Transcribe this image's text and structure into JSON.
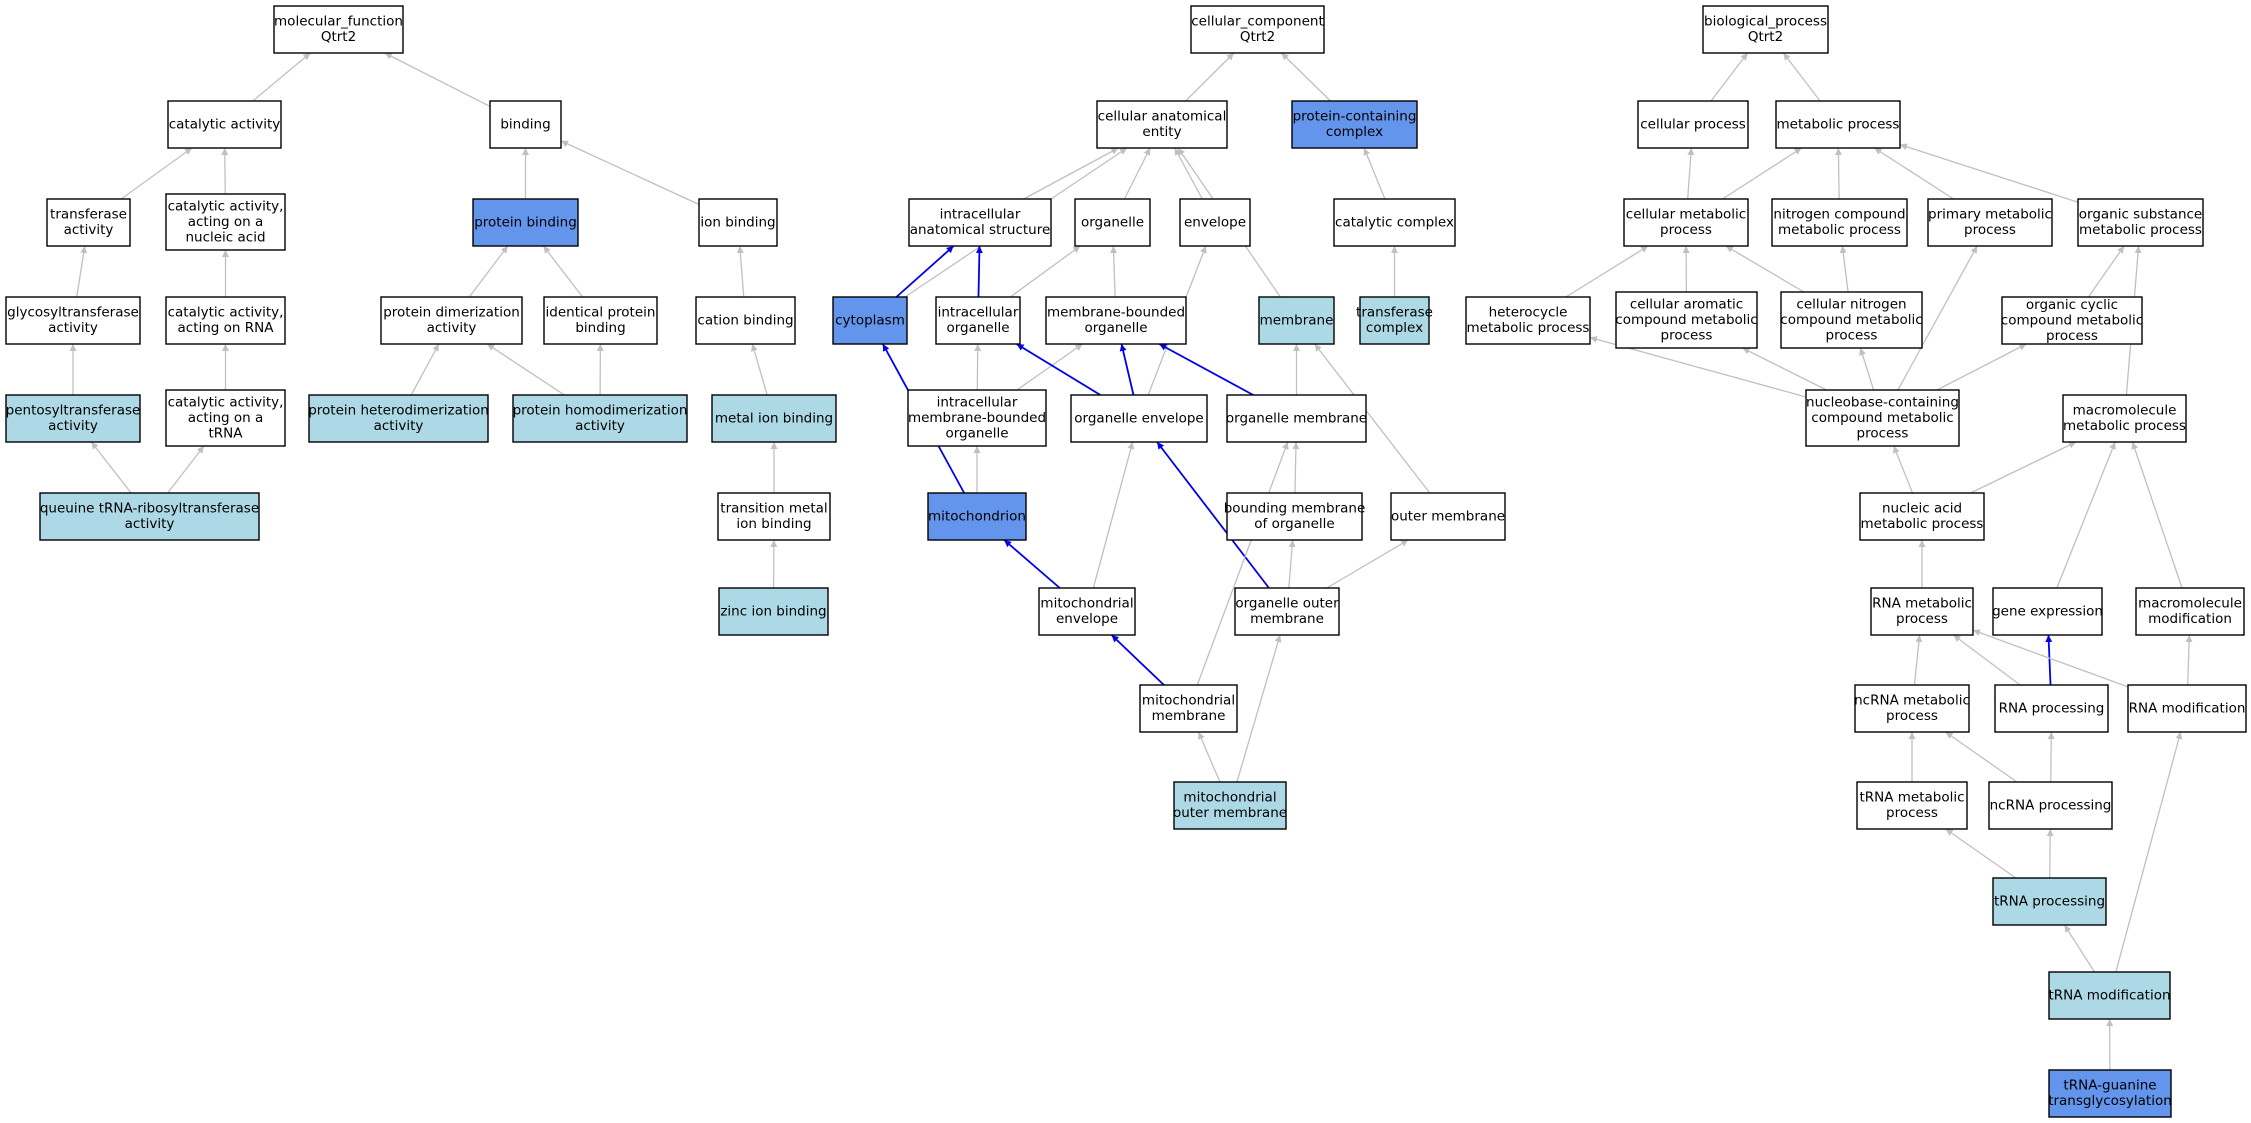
{
  "colors": {
    "plain": "#ffffff",
    "light": "#add8e6",
    "dark": "#6495ed",
    "edge_gray": "#c0c0c0",
    "edge_blue": "#0000ee"
  },
  "nodes": {
    "mf_root": {
      "lines": [
        "molecular_function",
        "Qtrt2"
      ],
      "fill": "plain"
    },
    "catalytic_activity": {
      "lines": [
        "catalytic activity"
      ],
      "fill": "plain"
    },
    "binding": {
      "lines": [
        "binding"
      ],
      "fill": "plain"
    },
    "transferase_activity": {
      "lines": [
        "transferase",
        "activity"
      ],
      "fill": "plain"
    },
    "cat_nucleic": {
      "lines": [
        "catalytic activity,",
        "acting on a",
        "nucleic acid"
      ],
      "fill": "plain"
    },
    "protein_binding": {
      "lines": [
        "protein binding"
      ],
      "fill": "dark"
    },
    "ion_binding": {
      "lines": [
        "ion binding"
      ],
      "fill": "plain"
    },
    "glycosyltransferase": {
      "lines": [
        "glycosyltransferase",
        "activity"
      ],
      "fill": "plain"
    },
    "cat_rna": {
      "lines": [
        "catalytic activity,",
        "acting on RNA"
      ],
      "fill": "plain"
    },
    "protein_dimerization": {
      "lines": [
        "protein dimerization",
        "activity"
      ],
      "fill": "plain"
    },
    "identical_protein": {
      "lines": [
        "identical protein",
        "binding"
      ],
      "fill": "plain"
    },
    "cation_binding": {
      "lines": [
        "cation binding"
      ],
      "fill": "plain"
    },
    "pentosyltransferase": {
      "lines": [
        "pentosyltransferase",
        "activity"
      ],
      "fill": "light"
    },
    "cat_trna": {
      "lines": [
        "catalytic activity,",
        "acting on a",
        "tRNA"
      ],
      "fill": "plain"
    },
    "protein_hetero": {
      "lines": [
        "protein heterodimerization",
        "activity"
      ],
      "fill": "light"
    },
    "protein_homo": {
      "lines": [
        "protein homodimerization",
        "activity"
      ],
      "fill": "light"
    },
    "metal_ion": {
      "lines": [
        "metal ion binding"
      ],
      "fill": "light"
    },
    "queuine": {
      "lines": [
        "queuine tRNA-ribosyltransferase",
        "activity"
      ],
      "fill": "light"
    },
    "transition_metal": {
      "lines": [
        "transition metal",
        "ion binding"
      ],
      "fill": "plain"
    },
    "zinc_ion": {
      "lines": [
        "zinc ion binding"
      ],
      "fill": "light"
    },
    "cc_root": {
      "lines": [
        "cellular_component",
        "Qtrt2"
      ],
      "fill": "plain"
    },
    "cellular_anatomical": {
      "lines": [
        "cellular anatomical",
        "entity"
      ],
      "fill": "plain"
    },
    "protein_complex": {
      "lines": [
        "protein-containing",
        "complex"
      ],
      "fill": "dark"
    },
    "intracellular_anat": {
      "lines": [
        "intracellular",
        "anatomical structure"
      ],
      "fill": "plain"
    },
    "organelle": {
      "lines": [
        "organelle"
      ],
      "fill": "plain"
    },
    "envelope": {
      "lines": [
        "envelope"
      ],
      "fill": "plain"
    },
    "catalytic_complex": {
      "lines": [
        "catalytic complex"
      ],
      "fill": "plain"
    },
    "cytoplasm": {
      "lines": [
        "cytoplasm"
      ],
      "fill": "dark"
    },
    "intracellular_org": {
      "lines": [
        "intracellular",
        "organelle"
      ],
      "fill": "plain"
    },
    "membrane_bounded": {
      "lines": [
        "membrane-bounded",
        "organelle"
      ],
      "fill": "plain"
    },
    "membrane": {
      "lines": [
        "membrane"
      ],
      "fill": "light"
    },
    "transferase_complex": {
      "lines": [
        "transferase",
        "complex"
      ],
      "fill": "light"
    },
    "intra_mem_bounded": {
      "lines": [
        "intracellular",
        "membrane-bounded",
        "organelle"
      ],
      "fill": "plain"
    },
    "organelle_envelope": {
      "lines": [
        "organelle envelope"
      ],
      "fill": "plain"
    },
    "organelle_membrane": {
      "lines": [
        "organelle membrane"
      ],
      "fill": "plain"
    },
    "mitochondrion": {
      "lines": [
        "mitochondrion"
      ],
      "fill": "dark"
    },
    "bounding_membrane": {
      "lines": [
        "bounding membrane",
        "of organelle"
      ],
      "fill": "plain"
    },
    "outer_membrane": {
      "lines": [
        "outer membrane"
      ],
      "fill": "plain"
    },
    "mito_envelope": {
      "lines": [
        "mitochondrial",
        "envelope"
      ],
      "fill": "plain"
    },
    "organelle_outer": {
      "lines": [
        "organelle outer",
        "membrane"
      ],
      "fill": "plain"
    },
    "mito_membrane": {
      "lines": [
        "mitochondrial",
        "membrane"
      ],
      "fill": "plain"
    },
    "mito_outer": {
      "lines": [
        "mitochondrial",
        "outer membrane"
      ],
      "fill": "light"
    },
    "bp_root": {
      "lines": [
        "biological_process",
        "Qtrt2"
      ],
      "fill": "plain"
    },
    "cellular_process": {
      "lines": [
        "cellular process"
      ],
      "fill": "plain"
    },
    "metabolic_process": {
      "lines": [
        "metabolic process"
      ],
      "fill": "plain"
    },
    "cell_metabolic": {
      "lines": [
        "cellular metabolic",
        "process"
      ],
      "fill": "plain"
    },
    "nitrogen_compound": {
      "lines": [
        "nitrogen compound",
        "metabolic process"
      ],
      "fill": "plain"
    },
    "primary_metabolic": {
      "lines": [
        "primary metabolic",
        "process"
      ],
      "fill": "plain"
    },
    "organic_substance": {
      "lines": [
        "organic substance",
        "metabolic process"
      ],
      "fill": "plain"
    },
    "heterocycle": {
      "lines": [
        "heterocycle",
        "metabolic process"
      ],
      "fill": "plain"
    },
    "cell_aromatic": {
      "lines": [
        "cellular aromatic",
        "compound metabolic",
        "process"
      ],
      "fill": "plain"
    },
    "cell_nitrogen": {
      "lines": [
        "cellular nitrogen",
        "compound metabolic",
        "process"
      ],
      "fill": "plain"
    },
    "organic_cyclic": {
      "lines": [
        "organic cyclic",
        "compound metabolic",
        "process"
      ],
      "fill": "plain"
    },
    "nucleobase": {
      "lines": [
        "nucleobase-containing",
        "compound metabolic",
        "process"
      ],
      "fill": "plain"
    },
    "macromolecule_metabolic": {
      "lines": [
        "macromolecule",
        "metabolic process"
      ],
      "fill": "plain"
    },
    "nucleic_acid": {
      "lines": [
        "nucleic acid",
        "metabolic process"
      ],
      "fill": "plain"
    },
    "rna_metabolic": {
      "lines": [
        "RNA metabolic",
        "process"
      ],
      "fill": "plain"
    },
    "gene_expression": {
      "lines": [
        "gene expression"
      ],
      "fill": "plain"
    },
    "macromolecule_mod": {
      "lines": [
        "macromolecule",
        "modification"
      ],
      "fill": "plain"
    },
    "ncrna_metabolic": {
      "lines": [
        "ncRNA metabolic",
        "process"
      ],
      "fill": "plain"
    },
    "rna_processing": {
      "lines": [
        "RNA processing"
      ],
      "fill": "plain"
    },
    "rna_modification": {
      "lines": [
        "RNA modification"
      ],
      "fill": "plain"
    },
    "trna_metabolic": {
      "lines": [
        "tRNA metabolic",
        "process"
      ],
      "fill": "plain"
    },
    "ncrna_processing": {
      "lines": [
        "ncRNA processing"
      ],
      "fill": "plain"
    },
    "trna_processing": {
      "lines": [
        "tRNA processing"
      ],
      "fill": "light"
    },
    "trna_modification": {
      "lines": [
        "tRNA modification"
      ],
      "fill": "light"
    },
    "trna_guanine": {
      "lines": [
        "tRNA-guanine",
        "transglycosylation"
      ],
      "fill": "dark"
    }
  },
  "edges": [
    [
      "catalytic_activity",
      "mf_root",
      "gray"
    ],
    [
      "binding",
      "mf_root",
      "gray"
    ],
    [
      "transferase_activity",
      "catalytic_activity",
      "gray"
    ],
    [
      "cat_nucleic",
      "catalytic_activity",
      "gray"
    ],
    [
      "protein_binding",
      "binding",
      "gray"
    ],
    [
      "ion_binding",
      "binding",
      "gray"
    ],
    [
      "glycosyltransferase",
      "transferase_activity",
      "gray"
    ],
    [
      "cat_rna",
      "cat_nucleic",
      "gray"
    ],
    [
      "protein_dimerization",
      "protein_binding",
      "gray"
    ],
    [
      "identical_protein",
      "protein_binding",
      "gray"
    ],
    [
      "cation_binding",
      "ion_binding",
      "gray"
    ],
    [
      "pentosyltransferase",
      "glycosyltransferase",
      "gray"
    ],
    [
      "cat_trna",
      "cat_rna",
      "gray"
    ],
    [
      "protein_hetero",
      "protein_dimerization",
      "gray"
    ],
    [
      "protein_homo",
      "protein_dimerization",
      "gray"
    ],
    [
      "protein_homo",
      "identical_protein",
      "gray"
    ],
    [
      "metal_ion",
      "cation_binding",
      "gray"
    ],
    [
      "queuine",
      "pentosyltransferase",
      "gray"
    ],
    [
      "queuine",
      "cat_trna",
      "gray"
    ],
    [
      "transition_metal",
      "metal_ion",
      "gray"
    ],
    [
      "zinc_ion",
      "transition_metal",
      "gray"
    ],
    [
      "cellular_anatomical",
      "cc_root",
      "gray"
    ],
    [
      "protein_complex",
      "cc_root",
      "gray"
    ],
    [
      "intracellular_anat",
      "cellular_anatomical",
      "gray"
    ],
    [
      "organelle",
      "cellular_anatomical",
      "gray"
    ],
    [
      "envelope",
      "cellular_anatomical",
      "gray"
    ],
    [
      "cytoplasm",
      "cellular_anatomical",
      "gray"
    ],
    [
      "membrane",
      "cellular_anatomical",
      "gray"
    ],
    [
      "catalytic_complex",
      "protein_complex",
      "gray"
    ],
    [
      "transferase_complex",
      "catalytic_complex",
      "gray"
    ],
    [
      "cytoplasm",
      "intracellular_anat",
      "blue"
    ],
    [
      "intracellular_org",
      "intracellular_anat",
      "blue"
    ],
    [
      "intracellular_org",
      "organelle",
      "gray"
    ],
    [
      "membrane_bounded",
      "organelle",
      "gray"
    ],
    [
      "intra_mem_bounded",
      "intracellular_org",
      "gray"
    ],
    [
      "intra_mem_bounded",
      "membrane_bounded",
      "gray"
    ],
    [
      "organelle_envelope",
      "intracellular_org",
      "blue"
    ],
    [
      "organelle_envelope",
      "membrane_bounded",
      "blue"
    ],
    [
      "organelle_envelope",
      "envelope",
      "gray"
    ],
    [
      "organelle_membrane",
      "membrane_bounded",
      "blue"
    ],
    [
      "organelle_membrane",
      "membrane",
      "gray"
    ],
    [
      "mitochondrion",
      "cytoplasm",
      "blue"
    ],
    [
      "mitochondrion",
      "intra_mem_bounded",
      "gray"
    ],
    [
      "bounding_membrane",
      "organelle_membrane",
      "gray"
    ],
    [
      "outer_membrane",
      "membrane",
      "gray"
    ],
    [
      "mito_envelope",
      "mitochondrion",
      "blue"
    ],
    [
      "mito_envelope",
      "organelle_envelope",
      "gray"
    ],
    [
      "organelle_outer",
      "organelle_envelope",
      "blue"
    ],
    [
      "organelle_outer",
      "bounding_membrane",
      "gray"
    ],
    [
      "organelle_outer",
      "outer_membrane",
      "gray"
    ],
    [
      "mito_membrane",
      "mito_envelope",
      "blue"
    ],
    [
      "mito_membrane",
      "organelle_membrane",
      "gray"
    ],
    [
      "mito_outer",
      "mito_membrane",
      "gray"
    ],
    [
      "mito_outer",
      "organelle_outer",
      "gray"
    ],
    [
      "cellular_process",
      "bp_root",
      "gray"
    ],
    [
      "metabolic_process",
      "bp_root",
      "gray"
    ],
    [
      "cell_metabolic",
      "cellular_process",
      "gray"
    ],
    [
      "cell_metabolic",
      "metabolic_process",
      "gray"
    ],
    [
      "nitrogen_compound",
      "metabolic_process",
      "gray"
    ],
    [
      "primary_metabolic",
      "metabolic_process",
      "gray"
    ],
    [
      "organic_substance",
      "metabolic_process",
      "gray"
    ],
    [
      "heterocycle",
      "cell_metabolic",
      "gray"
    ],
    [
      "cell_aromatic",
      "cell_metabolic",
      "gray"
    ],
    [
      "cell_nitrogen",
      "cell_metabolic",
      "gray"
    ],
    [
      "cell_nitrogen",
      "nitrogen_compound",
      "gray"
    ],
    [
      "organic_cyclic",
      "organic_substance",
      "gray"
    ],
    [
      "nucleobase",
      "heterocycle",
      "gray"
    ],
    [
      "nucleobase",
      "cell_aromatic",
      "gray"
    ],
    [
      "nucleobase",
      "cell_nitrogen",
      "gray"
    ],
    [
      "nucleobase",
      "primary_metabolic",
      "gray"
    ],
    [
      "nucleobase",
      "organic_cyclic",
      "gray"
    ],
    [
      "macromolecule_metabolic",
      "organic_substance",
      "gray"
    ],
    [
      "nucleic_acid",
      "nucleobase",
      "gray"
    ],
    [
      "nucleic_acid",
      "macromolecule_metabolic",
      "gray"
    ],
    [
      "rna_metabolic",
      "nucleic_acid",
      "gray"
    ],
    [
      "gene_expression",
      "macromolecule_metabolic",
      "gray"
    ],
    [
      "macromolecule_mod",
      "macromolecule_metabolic",
      "gray"
    ],
    [
      "ncrna_metabolic",
      "rna_metabolic",
      "gray"
    ],
    [
      "rna_processing",
      "rna_metabolic",
      "gray"
    ],
    [
      "rna_processing",
      "gene_expression",
      "blue"
    ],
    [
      "rna_modification",
      "rna_metabolic",
      "gray"
    ],
    [
      "rna_modification",
      "macromolecule_mod",
      "gray"
    ],
    [
      "trna_metabolic",
      "ncrna_metabolic",
      "gray"
    ],
    [
      "ncrna_processing",
      "ncrna_metabolic",
      "gray"
    ],
    [
      "ncrna_processing",
      "rna_processing",
      "gray"
    ],
    [
      "trna_processing",
      "trna_metabolic",
      "gray"
    ],
    [
      "trna_processing",
      "ncrna_processing",
      "gray"
    ],
    [
      "trna_modification",
      "trna_processing",
      "gray"
    ],
    [
      "trna_modification",
      "rna_modification",
      "gray"
    ],
    [
      "trna_guanine",
      "trna_modification",
      "gray"
    ]
  ]
}
